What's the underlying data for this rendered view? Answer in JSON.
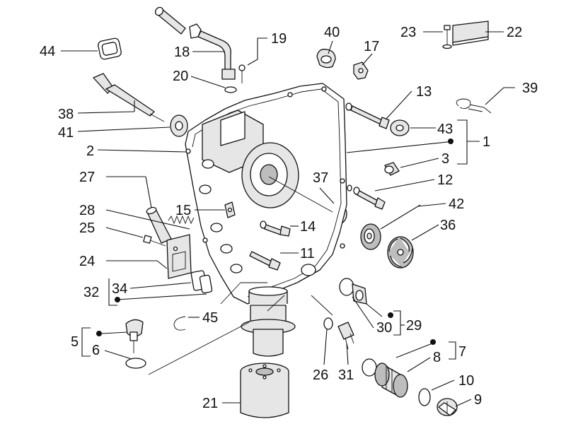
{
  "labels": {
    "l1": "1",
    "l2": "2",
    "l3": "3",
    "l5": "5",
    "l6": "6",
    "l7": "7",
    "l8": "8",
    "l9": "9",
    "l10": "10",
    "l11": "11",
    "l12": "12",
    "l13": "13",
    "l14": "14",
    "l15": "15",
    "l17": "17",
    "l18": "18",
    "l19": "19",
    "l20": "20",
    "l21": "21",
    "l22": "22",
    "l23": "23",
    "l24": "24",
    "l25": "25",
    "l26": "26",
    "l27": "27",
    "l28": "28",
    "l29": "29",
    "l30": "30",
    "l31": "31",
    "l32": "32",
    "l34": "34",
    "l36": "36",
    "l37": "37",
    "l38": "38",
    "l39": "39",
    "l40": "40",
    "l41": "41",
    "l42": "42",
    "l43": "43",
    "l44": "44",
    "l45": "45"
  }
}
